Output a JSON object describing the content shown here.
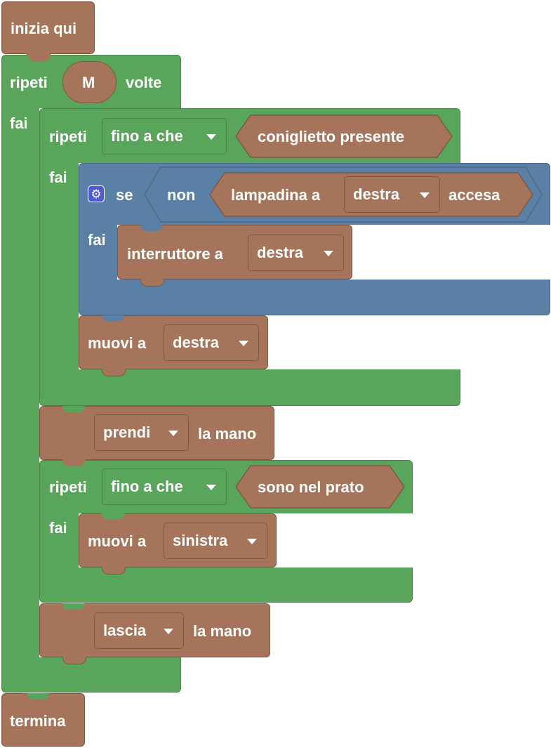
{
  "workspace": {
    "colors": {
      "event_block": "#a5745a",
      "loop_block": "#59a55b",
      "logic_block": "#5b80a5",
      "mutator_icon": "#4f5bd5"
    },
    "start_block": {
      "label": "inizia qui"
    },
    "repeat_times": {
      "prefix": "ripeti",
      "count": "M",
      "suffix": "volte",
      "do_label": "fai"
    },
    "repeat_until_1": {
      "prefix": "ripeti",
      "mode": "fino a che",
      "condition": "coniglietto presente",
      "do_label": "fai"
    },
    "if_block": {
      "mutator_icon": "gear-icon",
      "if_label": "se",
      "not_label": "non",
      "sensor_prefix": "lampadina a",
      "sensor_direction": "destra",
      "sensor_suffix": "accesa",
      "do_label": "fai"
    },
    "switch_block": {
      "label": "interruttore a",
      "direction": "destra"
    },
    "move_right": {
      "label": "muovi a",
      "direction": "destra"
    },
    "take_hand": {
      "action": "prendi",
      "suffix": "la mano"
    },
    "repeat_until_2": {
      "prefix": "ripeti",
      "mode": "fino a che",
      "condition": "sono nel prato",
      "do_label": "fai"
    },
    "move_left": {
      "label": "muovi a",
      "direction": "sinistra"
    },
    "release_hand": {
      "action": "lascia",
      "suffix": "la mano"
    },
    "end_block": {
      "label": "termina"
    }
  }
}
